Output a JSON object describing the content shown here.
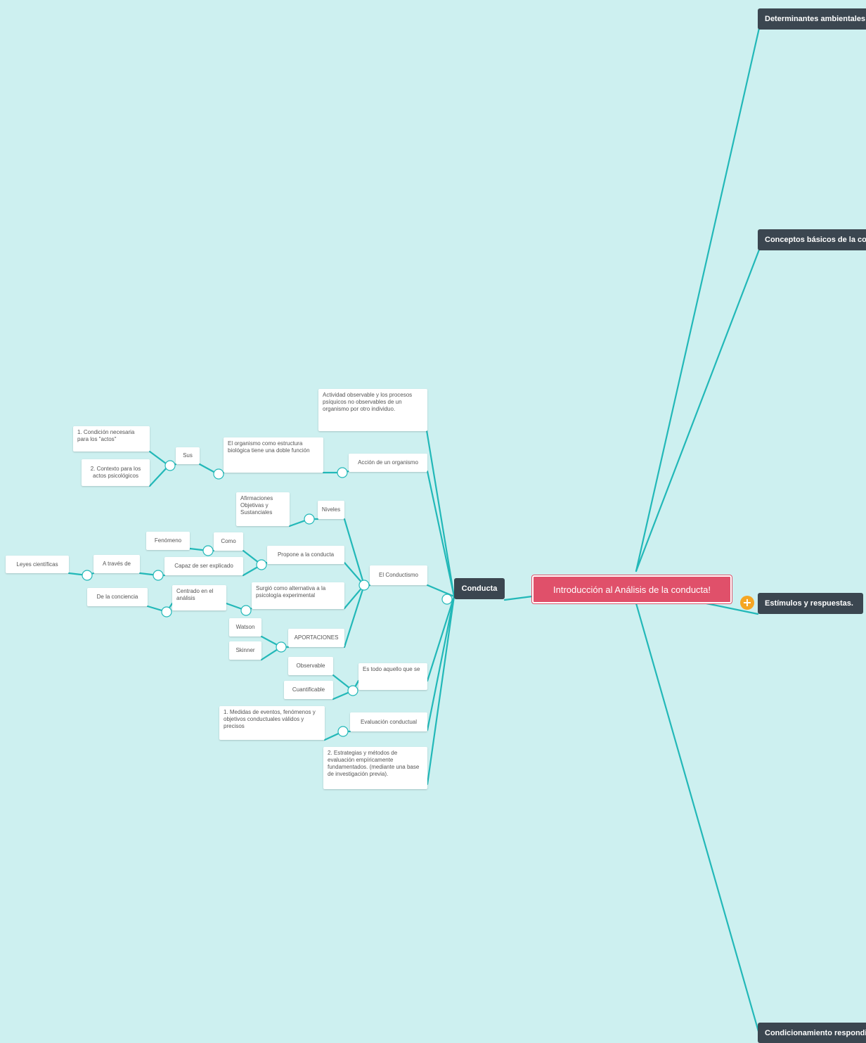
{
  "root": {
    "label": "Introducción al Análisis de la conducta!"
  },
  "branches": {
    "b1": "Determinantes ambientales",
    "b2": "Conceptos básicos de la conducta",
    "b3": "Estímulos y respuestas.",
    "b4": "Condicionamiento respondiente"
  },
  "expand_icon": {
    "name": "plus-icon",
    "glyph": "+"
  },
  "conducta": {
    "label": "Conducta",
    "actividad": "Actividad observable y los procesos psíquicos no observables de un organismo por otro individuo.",
    "accion": "Acción de un organismo",
    "organismo": "El organismo como estructura biológica tiene una doble función",
    "sus": "Sus",
    "condicion": "1. Condición necesaria para los \"actos\"",
    "contexto": "2. Contexto para los actos psicológicos",
    "conductismo": "El Conductismo",
    "niveles": "Niveles",
    "afirmaciones": "Afirmaciones Objetivas y Sustanciales",
    "propone": "Propone a la conducta",
    "fenomeno": "Fenómeno",
    "como": "Como",
    "capaz": "Capaz de ser explicado",
    "atraves": "A través de",
    "leyes": "Leyes científicas",
    "surgio": "Surgió como alternativa a la psicología experimental",
    "centrado": "Centrado en el análisis",
    "conciencia": "De la conciencia",
    "aportaciones": "APORTACIONES",
    "watson": "Watson",
    "skinner": "Skinner",
    "estodo": "Es todo aquello que se",
    "observable": "Observable",
    "cuantificable": "Cuantificable",
    "evaluacion": "Evaluación conductual",
    "medidas": "1. Medidas de eventos, fenómenos y objetivos conductuales válidos y precisos",
    "estrategias": "2. Estrategias y métodos de evaluación empíricamente fundamentados. (mediante una base de investigación previa)."
  }
}
